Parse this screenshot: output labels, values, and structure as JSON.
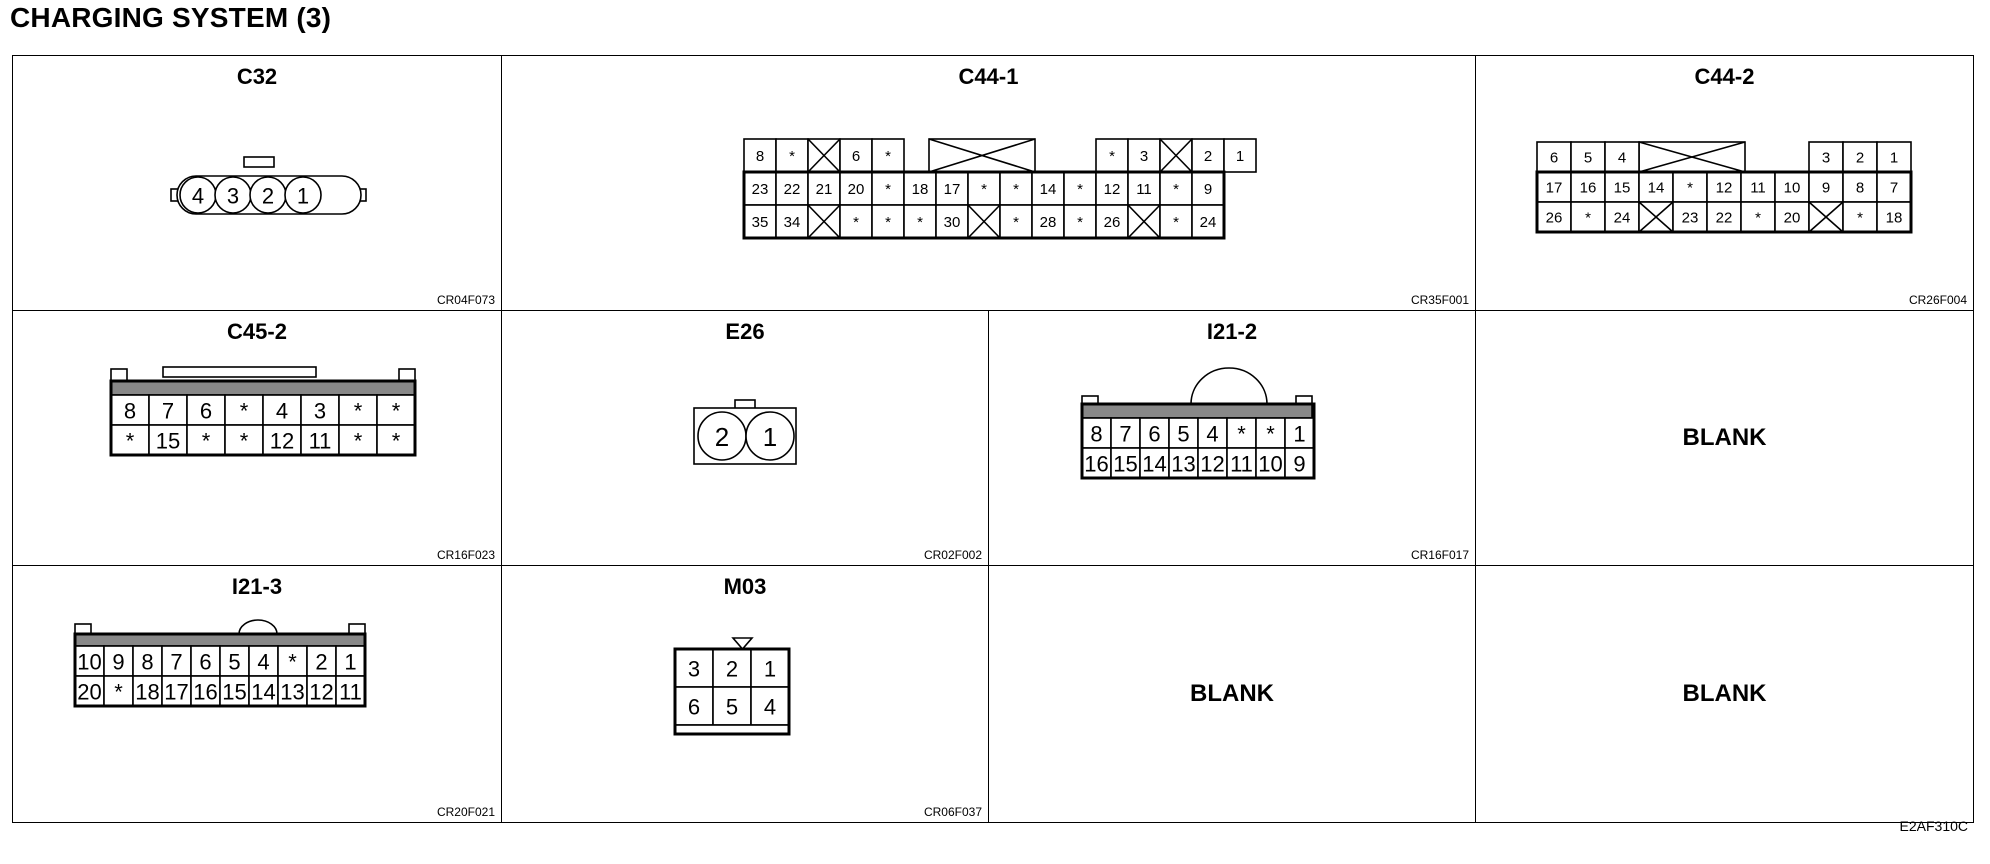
{
  "page_title": "CHARGING SYSTEM (3)",
  "footer_code": "E2AF310C",
  "cells": {
    "c32": {
      "title": "C32",
      "code": "CR04F073",
      "pins": [
        "4",
        "3",
        "2",
        "1"
      ]
    },
    "c44_1": {
      "title": "C44-1",
      "code": "CR35F001",
      "rows": [
        [
          "8",
          "*",
          "X",
          "6",
          "*",
          "",
          "",
          "",
          "",
          "",
          "",
          "*",
          "3",
          "X",
          "2",
          "1"
        ],
        [
          "23",
          "22",
          "21",
          "20",
          "*",
          "18",
          "17",
          "*",
          "*",
          "14",
          "*",
          "12",
          "11",
          "*",
          "9"
        ],
        [
          "35",
          "34",
          "X",
          "*",
          "*",
          "*",
          "30",
          "X",
          "*",
          "28",
          "*",
          "26",
          "X",
          "*",
          "24"
        ]
      ]
    },
    "c44_2": {
      "title": "C44-2",
      "code": "CR26F004",
      "rows": [
        [
          "6",
          "5",
          "4",
          "",
          "",
          "",
          "",
          "",
          "3",
          "2",
          "1"
        ],
        [
          "17",
          "16",
          "15",
          "14",
          "*",
          "12",
          "11",
          "10",
          "9",
          "8",
          "7"
        ],
        [
          "26",
          "*",
          "24",
          "X",
          "23",
          "22",
          "*",
          "20",
          "X",
          "*",
          "18"
        ]
      ]
    },
    "c45_2": {
      "title": "C45-2",
      "code": "CR16F023",
      "rows": [
        [
          "8",
          "7",
          "6",
          "*",
          "4",
          "3",
          "*",
          "*"
        ],
        [
          "*",
          "15",
          "*",
          "*",
          "12",
          "11",
          "*",
          "*"
        ]
      ]
    },
    "e26": {
      "title": "E26",
      "code": "CR02F002",
      "pins": [
        "2",
        "1"
      ]
    },
    "i21_2": {
      "title": "I21-2",
      "code": "CR16F017",
      "rows": [
        [
          "8",
          "7",
          "6",
          "5",
          "4",
          "*",
          "*",
          "1"
        ],
        [
          "16",
          "15",
          "14",
          "13",
          "12",
          "11",
          "10",
          "9"
        ]
      ]
    },
    "blank1": {
      "label": "BLANK"
    },
    "i21_3": {
      "title": "I21-3",
      "code": "CR20F021",
      "rows": [
        [
          "10",
          "9",
          "8",
          "7",
          "6",
          "5",
          "4",
          "*",
          "2",
          "1"
        ],
        [
          "20",
          "*",
          "18",
          "17",
          "16",
          "15",
          "14",
          "13",
          "12",
          "11"
        ]
      ]
    },
    "m03": {
      "title": "M03",
      "code": "CR06F037",
      "rows": [
        [
          "3",
          "2",
          "1"
        ],
        [
          "6",
          "5",
          "4"
        ]
      ]
    },
    "blank2": {
      "label": "BLANK"
    },
    "blank3": {
      "label": "BLANK"
    }
  }
}
